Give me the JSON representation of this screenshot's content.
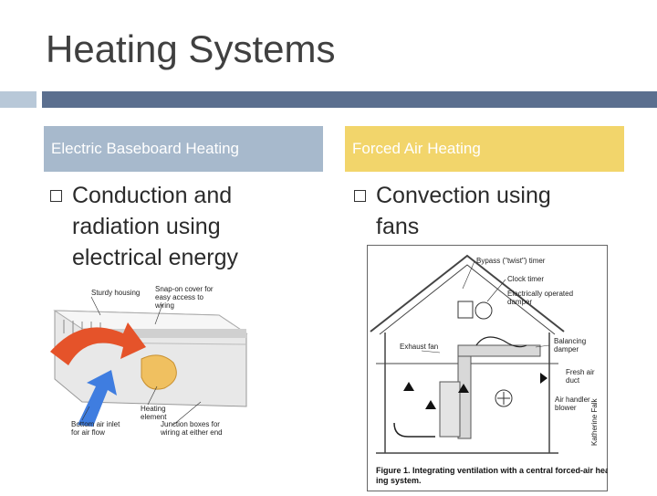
{
  "slide": {
    "title": "Heating Systems"
  },
  "left": {
    "header": "Electric Baseboard Heating",
    "bullet": [
      "Conduction and",
      "radiation using",
      "electrical energy"
    ],
    "figure_labels": {
      "housing": "Sturdy housing",
      "snap": [
        "Snap-on cover for",
        "easy access to",
        "wiring"
      ],
      "element": [
        "Heating",
        "element"
      ],
      "inlet": [
        "Bottom air inlet",
        "for air flow"
      ],
      "junction": [
        "Junction boxes for",
        "wiring at either end"
      ]
    }
  },
  "right": {
    "header": "Forced Air Heating",
    "bullet": [
      "Convection using",
      "fans"
    ],
    "figure_labels": {
      "bypass": "Bypass (\"twist\") timer",
      "clock": "Clock timer",
      "damper": [
        "Electrically operated",
        "damper"
      ],
      "exhaust": "Exhaust fan",
      "balancing": [
        "Balancing",
        "damper"
      ],
      "fresh": [
        "Fresh air",
        "duct"
      ],
      "handler": [
        "Air handler",
        "blower"
      ],
      "credit": "Katherine Falk",
      "caption_bold": "Figure 1.",
      "caption_line1": " Integrating ventilation with a central forced-air heat-",
      "caption_line2": "ing system."
    }
  }
}
